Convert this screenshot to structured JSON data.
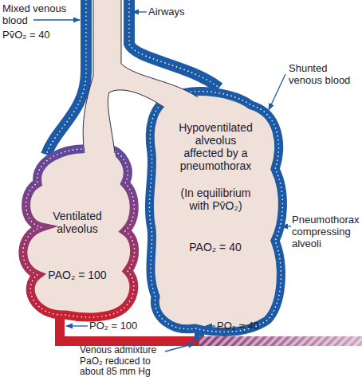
{
  "diagram": {
    "nodes": [
      {
        "text": [
          "Ventilated alveolus",
          "PAO₂ = 100"
        ]
      },
      {
        "text": [
          "Hypoventilated alveolus affected by a pneumothorax",
          "(In equilibrium with Pv̄O₂)",
          "PAO₂ = 40"
        ]
      }
    ],
    "labels": [
      "Mixed venous blood",
      "Pv̄O₂ = 40",
      "Airways",
      "Shunted venous blood",
      "Pneumothorax compressing alveoli",
      "PO₂ = 100",
      "PO₂ = 40",
      "Venous admixture PaO₂ reduced to about 85 mm Hg"
    ]
  }
}
